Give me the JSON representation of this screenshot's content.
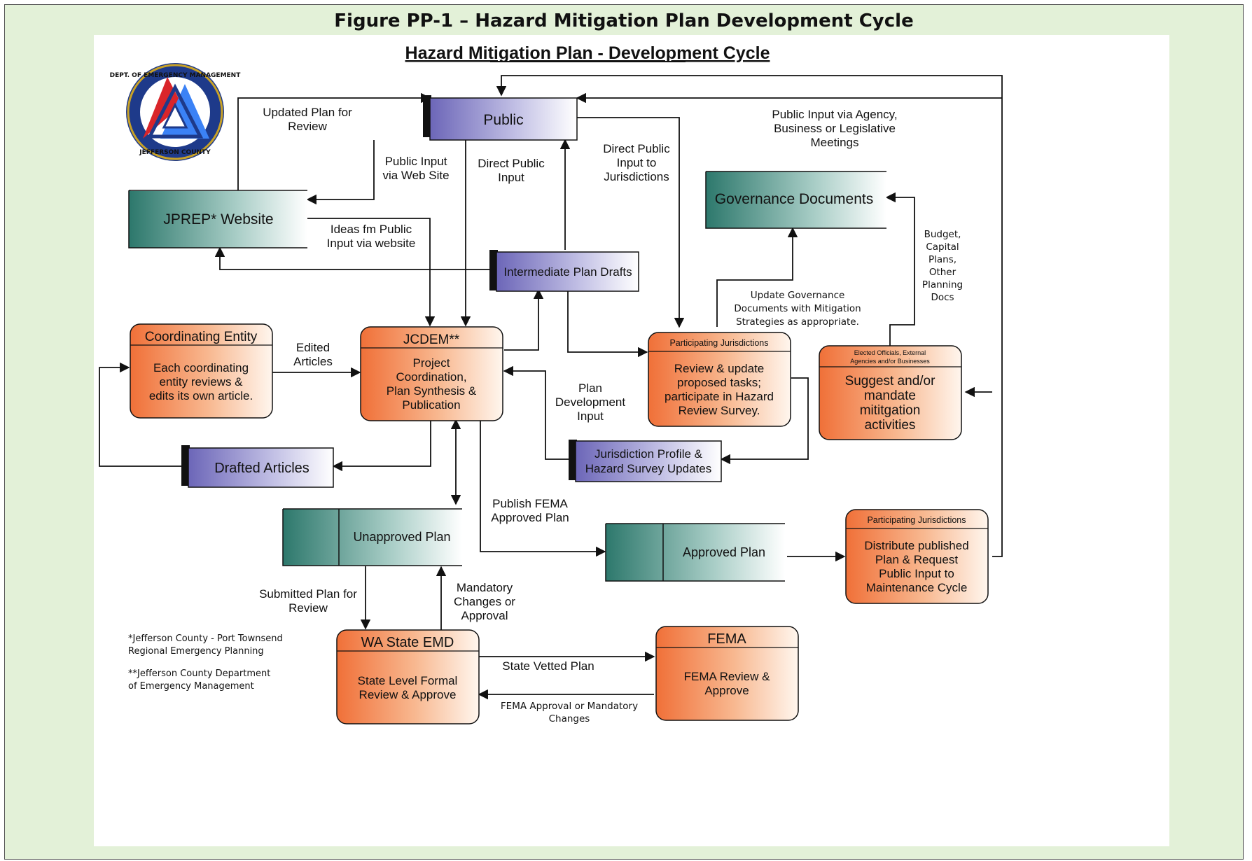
{
  "figure_title": "Figure PP-1 – Hazard Mitigation Plan Development Cycle",
  "diagram_title": "Hazard Mitigation Plan - Development Cycle",
  "logo": {
    "text_top": "DEPT. OF EMERGENCY MANAGEMENT",
    "text_bottom": "JEFFERSON COUNTY",
    "colors": {
      "ring": "#1e3a8a",
      "red": "#d9252a",
      "blue": "#3b82f6",
      "gold": "#c9a227"
    }
  },
  "colors": {
    "orange": "#f0763b",
    "purple": "#6b64b8",
    "teal": "#2e7a6e",
    "line": "#111111"
  },
  "nodes": {
    "public": "Public",
    "jprep": "JPREP* Website",
    "governance": "Governance Documents",
    "intermediate": "Intermediate Plan Drafts",
    "drafted": "Drafted Articles",
    "jurisdiction_profile": [
      "Jurisdiction Profile &",
      "Hazard Survey Updates"
    ],
    "unapproved": "Unapproved Plan",
    "approved": "Approved Plan",
    "coordinating": {
      "title": "Coordinating Entity",
      "body": [
        "Each coordinating",
        "entity reviews &",
        "edits its own article."
      ]
    },
    "jcdem": {
      "title": "JCDEM**",
      "body": [
        "Project",
        "Coordination,",
        "Plan Synthesis &",
        "Publication"
      ]
    },
    "participating1": {
      "title": "Participating Jurisdictions",
      "body": [
        "Review & update",
        "proposed tasks;",
        "participate in Hazard",
        "Review Survey."
      ]
    },
    "elected": {
      "title": [
        "Elected Officials, External",
        "Agencies and/or Businesses"
      ],
      "body": [
        "Suggest and/or",
        "mandate",
        "mititgation",
        "activities"
      ]
    },
    "participating2": {
      "title": "Participating Jurisdictions",
      "body": [
        "Distribute published",
        "Plan & Request",
        "Public Input to",
        "Maintenance Cycle"
      ]
    },
    "wa_state": {
      "title": "WA State EMD",
      "body": [
        "State Level Formal",
        "Review & Approve"
      ]
    },
    "fema": {
      "title": "FEMA",
      "body": [
        "FEMA Review &",
        "Approve"
      ]
    }
  },
  "edge_labels": {
    "updated_plan": [
      "Updated Plan for",
      "Review"
    ],
    "public_input_web": [
      "Public Input",
      "via Web Site"
    ],
    "direct_public": [
      "Direct Public",
      "Input"
    ],
    "direct_jurisdictions": [
      "Direct Public",
      "Input to",
      "Jurisdictions"
    ],
    "agency_meetings": [
      "Public Input via Agency,",
      "Business or Legislative",
      "Meetings"
    ],
    "ideas_public": [
      "Ideas fm Public",
      "Input via website"
    ],
    "update_governance": [
      "Update Governance",
      "Documents with Mitigation",
      "Strategies as  appropriate."
    ],
    "budget": [
      "Budget,",
      "Capital",
      "Plans,",
      "Other",
      "Planning",
      "Docs"
    ],
    "edited_articles": [
      "Edited",
      "Articles"
    ],
    "plan_dev_input": [
      "Plan",
      "Development",
      "Input"
    ],
    "publish_fema": [
      "Publish FEMA",
      "Approved Plan"
    ],
    "submitted_plan": [
      "Submitted Plan for",
      "Review"
    ],
    "mandatory_changes": [
      "Mandatory",
      "Changes or",
      "Approval"
    ],
    "state_vetted": "State Vetted Plan",
    "fema_approval": [
      "FEMA Approval or Mandatory",
      "Changes"
    ]
  },
  "footnotes": {
    "fn1": [
      "*Jefferson County - Port Townsend",
      "Regional Emergency Planning"
    ],
    "fn2": [
      "**Jefferson County Department",
      "of Emergency Management"
    ]
  }
}
